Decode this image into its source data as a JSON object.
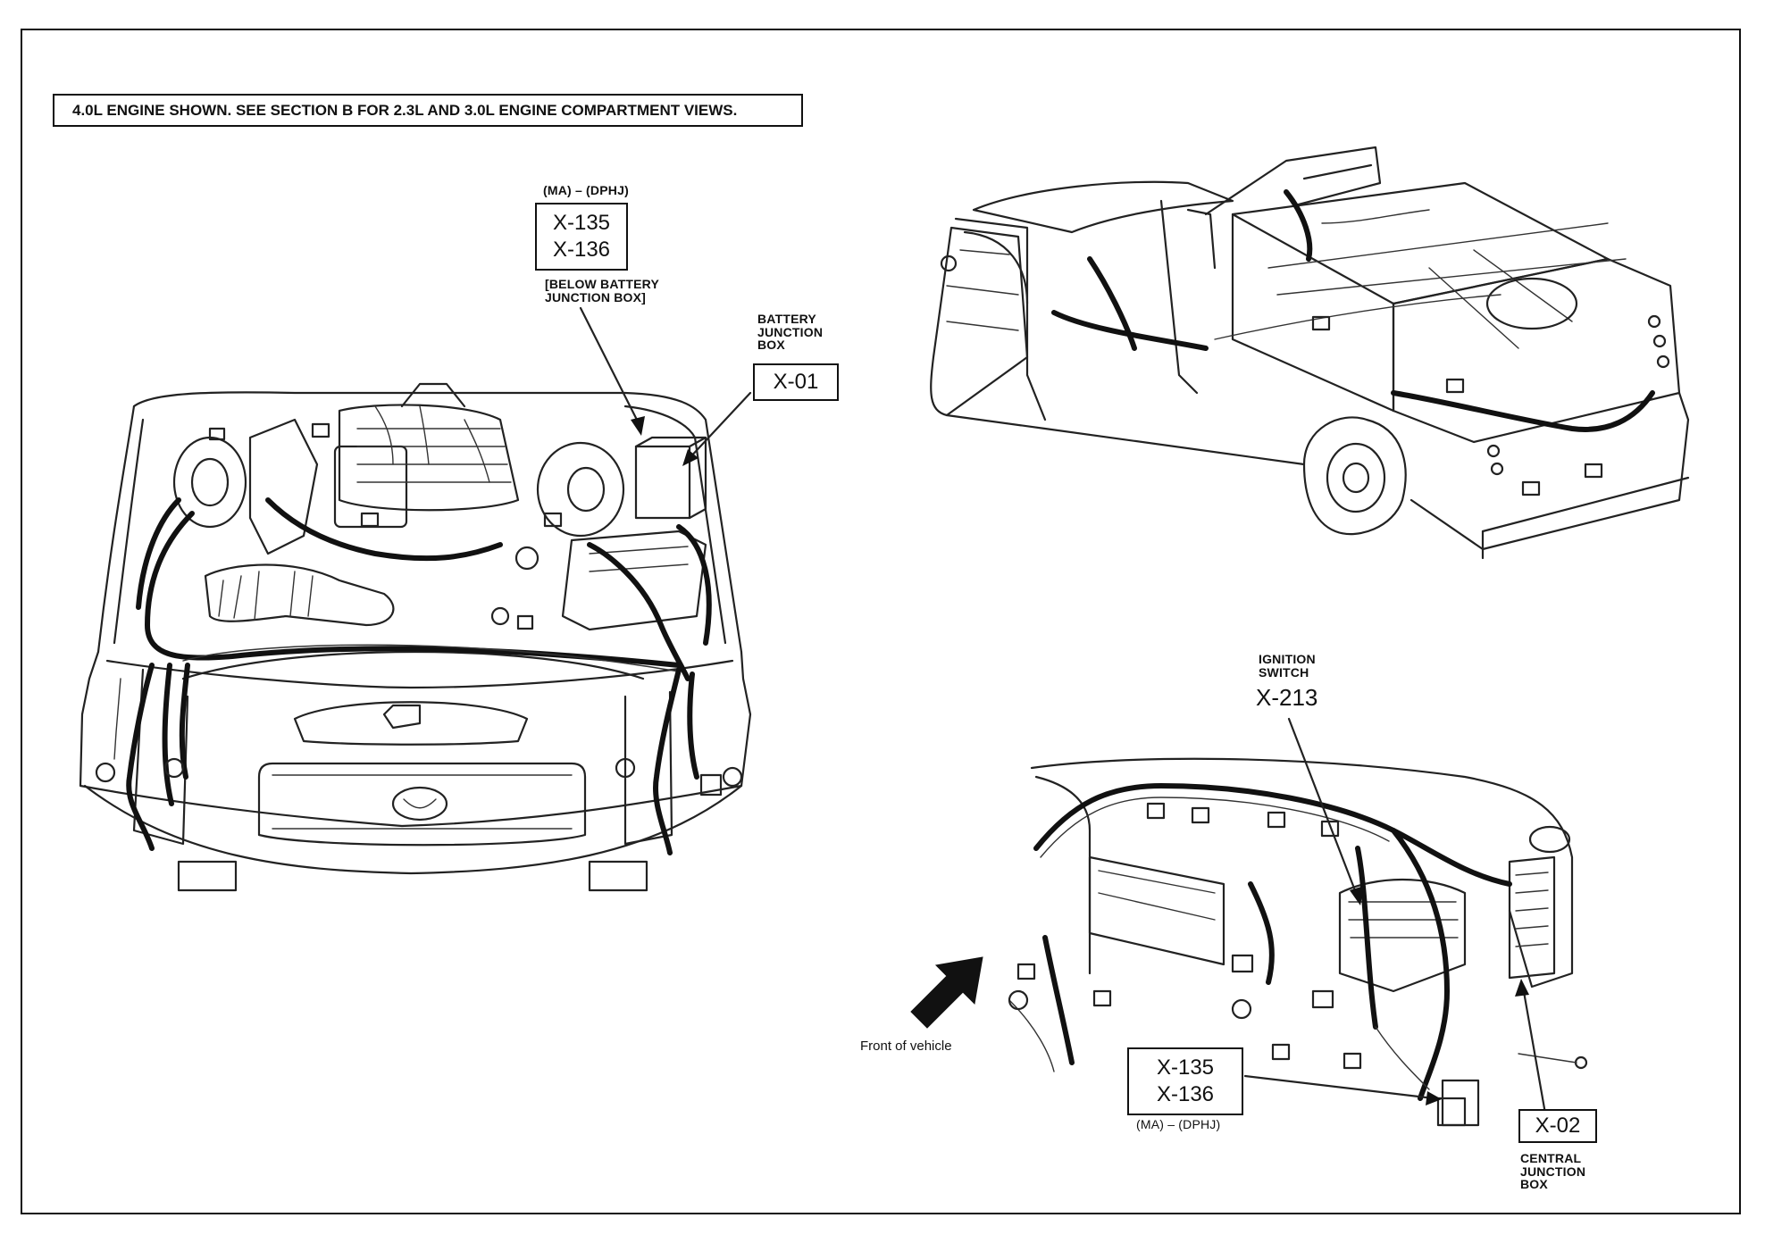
{
  "header_note": "4.0L ENGINE SHOWN. SEE SECTION B FOR 2.3L AND 3.0L ENGINE COMPARTMENT VIEWS.",
  "engine_view": {
    "below_box_code": "(MA) – (DPHJ)",
    "below_box_ids": [
      "X-135",
      "X-136"
    ],
    "below_box_note": "[BELOW BATTERY\nJUNCTION BOX]",
    "battery_box_label": "BATTERY\nJUNCTION\nBOX",
    "battery_box_id": "X-01"
  },
  "dash_view": {
    "ignition_label": "IGNITION\nSWITCH",
    "ignition_id": "X-213",
    "front_label": "Front of vehicle",
    "connector_ids": [
      "X-135",
      "X-136"
    ],
    "connector_code": "(MA) – (DPHJ)",
    "central_id": "X-02",
    "central_label": "CENTRAL\nJUNCTION\nBOX"
  },
  "colors": {
    "ink": "#111111",
    "paper": "#ffffff"
  }
}
